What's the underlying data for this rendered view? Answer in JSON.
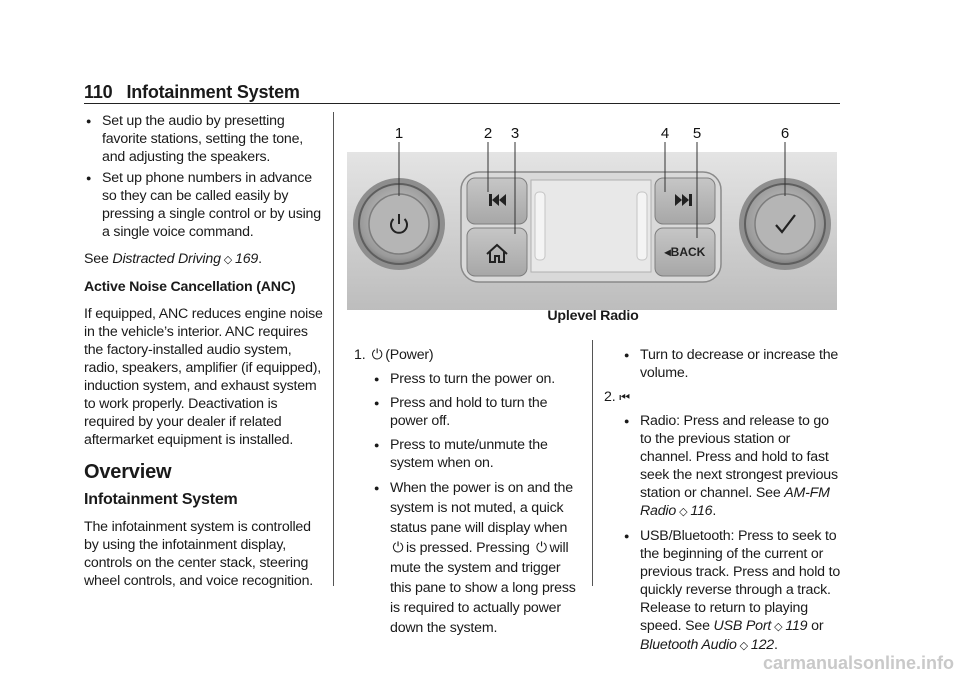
{
  "header": {
    "page_number": "110",
    "section": "Infotainment System"
  },
  "left_column": {
    "bullet1": "Set up the audio by presetting favorite stations, setting the tone, and adjusting the speakers.",
    "bullet2": "Set up phone numbers in advance so they can be called easily by pressing a single control or by using a single voice command.",
    "see_prefix": "See",
    "see_ref": "Distracted Driving",
    "see_page": "169",
    "anc_heading": "Active Noise Cancellation (ANC)",
    "anc_text": "If equipped, ANC reduces engine noise in the vehicle’s interior. ANC requires the factory-installed audio system, radio, speakers, amplifier (if equipped), induction system, and exhaust system to work properly. Deactivation is required by your dealer if related aftermarket equipment is installed.",
    "overview_heading": "Overview",
    "infotainment_heading": "Infotainment System",
    "infotainment_text": "The infotainment system is controlled by using the infotainment display, controls on the center stack, steering wheel controls, and voice recognition."
  },
  "figure": {
    "callouts": [
      "1",
      "2",
      "3",
      "4",
      "5",
      "6"
    ],
    "back_label": "BACK",
    "caption": "Uplevel Radio"
  },
  "middle_column": {
    "item1_number": "1.",
    "item1_label": "(Power)",
    "b1": "Press to turn the power on.",
    "b2": "Press and hold to turn the power off.",
    "b3": "Press to mute/unmute the system when on.",
    "b4_part1": "When the power is on and the system is not muted, a quick status pane will display when",
    "b4_part2": "is pressed. Pressing",
    "b4_part3": "will mute the system and trigger this pane to show a long press is required to actually power down the system."
  },
  "right_column": {
    "cont_bullet": "Turn to decrease or increase the volume.",
    "item2_number": "2.",
    "r1_text": "Radio: Press and release to go to the previous station or channel. Press and hold to fast seek the next strongest previous station or channel. See",
    "r1_ref": "AM-FM Radio",
    "r1_page": "116",
    "r2_text": "USB/Bluetooth: Press to seek to the beginning of the current or previous track. Press and hold to quickly reverse through a track. Release to return to playing speed. See",
    "r2_ref1": "USB Port",
    "r2_page1": "119",
    "r2_or": "or",
    "r2_ref2": "Bluetooth Audio",
    "r2_page2": "122"
  },
  "watermark": "carmanualsonline.info"
}
